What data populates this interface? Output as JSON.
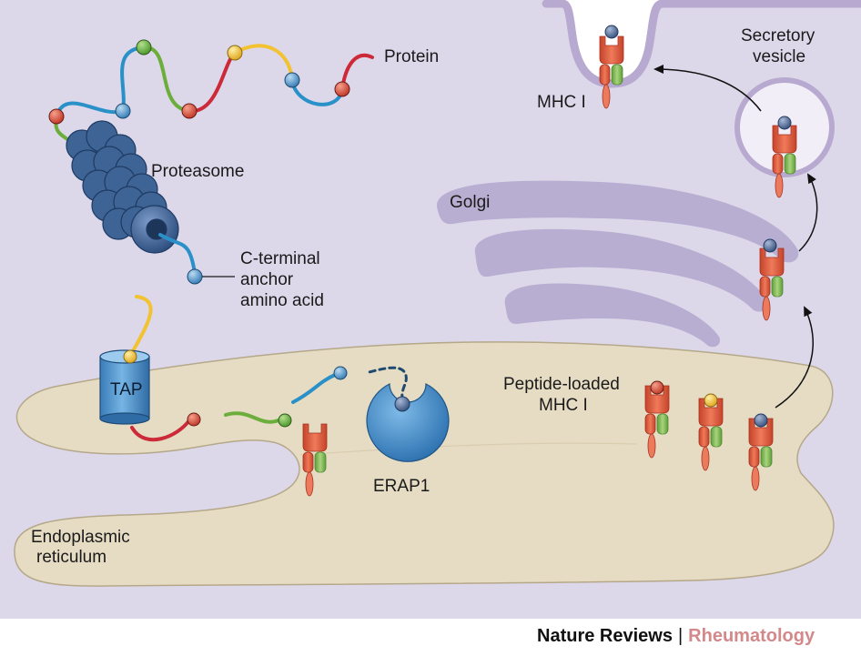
{
  "labels": {
    "protein": "Protein",
    "proteasome": "Proteasome",
    "c_terminal": [
      "C-terminal",
      "anchor",
      "amino acid"
    ],
    "tap": "TAP",
    "golgi": "Golgi",
    "mhc_surface": "MHC I",
    "secretory": [
      "Secretory",
      "vesicle"
    ],
    "peptide_loaded": [
      "Peptide-loaded",
      "MHC I"
    ],
    "erap1": "ERAP1",
    "er": [
      "Endoplasmic",
      "reticulum"
    ]
  },
  "footer": {
    "journal": "Nature Reviews",
    "separator": "|",
    "subject": "Rheumatology"
  },
  "colors": {
    "cytoplasm": "#dcd8ea",
    "membrane": "#b7a9d0",
    "er_fill": "#e6dcc4",
    "er_stroke": "#b5a888",
    "golgi": "#b7aed1",
    "proteasome": "#3d6494",
    "tap": "#4f94cd",
    "erap1": "#3a86c5",
    "mhc_red": "#df5a3c",
    "mhc_green": "#86bd5a",
    "peptide_red": "#cc2a38",
    "peptide_blue": "#2a90c8",
    "peptide_green": "#6cae3c",
    "peptide_yellow": "#f2c232",
    "rheumatology": "#d3888a"
  }
}
